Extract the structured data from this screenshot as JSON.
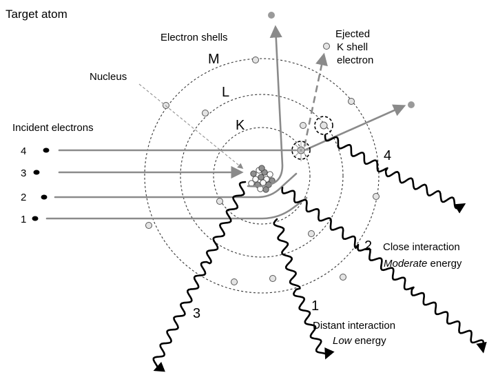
{
  "title": "Target atom",
  "labels": {
    "electron_shells": "Electron shells",
    "shell_m": "M",
    "shell_l": "L",
    "shell_k": "K",
    "nucleus": "Nucleus",
    "ejected_line1": "Ejected",
    "ejected_line2": "K shell",
    "ejected_line3": "electron",
    "incident_electrons": "Incident electrons"
  },
  "incident": [
    {
      "number": "4"
    },
    {
      "number": "3"
    },
    {
      "number": "2"
    },
    {
      "number": "1"
    }
  ],
  "photons": {
    "p1": "1",
    "p2": "2",
    "p3": "3",
    "p4": "4"
  },
  "interactions": {
    "close_line1": "Close interaction",
    "close_line2_italic": "Moderate",
    "close_line2_rest": " energy",
    "distant_line1": "Distant interaction",
    "distant_line2_italic": "Low",
    "distant_line2_rest": " energy"
  },
  "colors": {
    "track": "#8a8a8a",
    "photon": "#000000",
    "shell_electron": "#e4e4e4"
  }
}
